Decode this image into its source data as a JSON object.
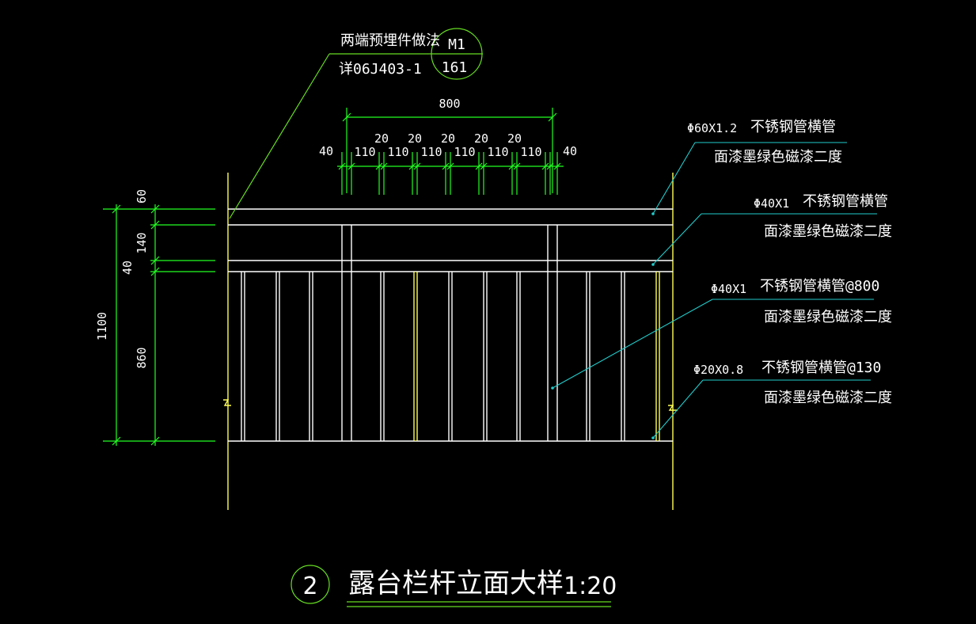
{
  "colors": {
    "background": "#000000",
    "rail": "#ffffff",
    "post": "#ffff55",
    "dimension": "#22ff22",
    "leader": "#22cccc",
    "text": "#ffffff"
  },
  "title": {
    "number": "2",
    "text": "露台栏杆立面大样",
    "scale": "1:20"
  },
  "embed_note": {
    "line1": "两端预埋件做法",
    "line2": "详06J403-1",
    "ref_top": "M1",
    "ref_bottom": "161"
  },
  "callouts": [
    {
      "spec": "Φ60X1.2",
      "desc": "不锈钢管横管",
      "finish": "面漆墨绿色磁漆二度"
    },
    {
      "spec": "Φ40X1",
      "desc": "不锈钢管横管",
      "finish": "面漆墨绿色磁漆二度"
    },
    {
      "spec": "Φ40X1",
      "desc": "不锈钢管横管@800",
      "finish": "面漆墨绿色磁漆二度"
    },
    {
      "spec": "Φ20X0.8",
      "desc": "不锈钢管横管@130",
      "finish": "面漆墨绿色磁漆二度"
    }
  ],
  "dims_top": {
    "overall": "800",
    "segments": [
      "40",
      "110",
      "20",
      "110",
      "20",
      "110",
      "20",
      "110",
      "20",
      "110",
      "20",
      "110",
      "40"
    ]
  },
  "dims_left": {
    "overall": "1100",
    "segments": [
      "60",
      "140",
      "40",
      "860"
    ]
  }
}
